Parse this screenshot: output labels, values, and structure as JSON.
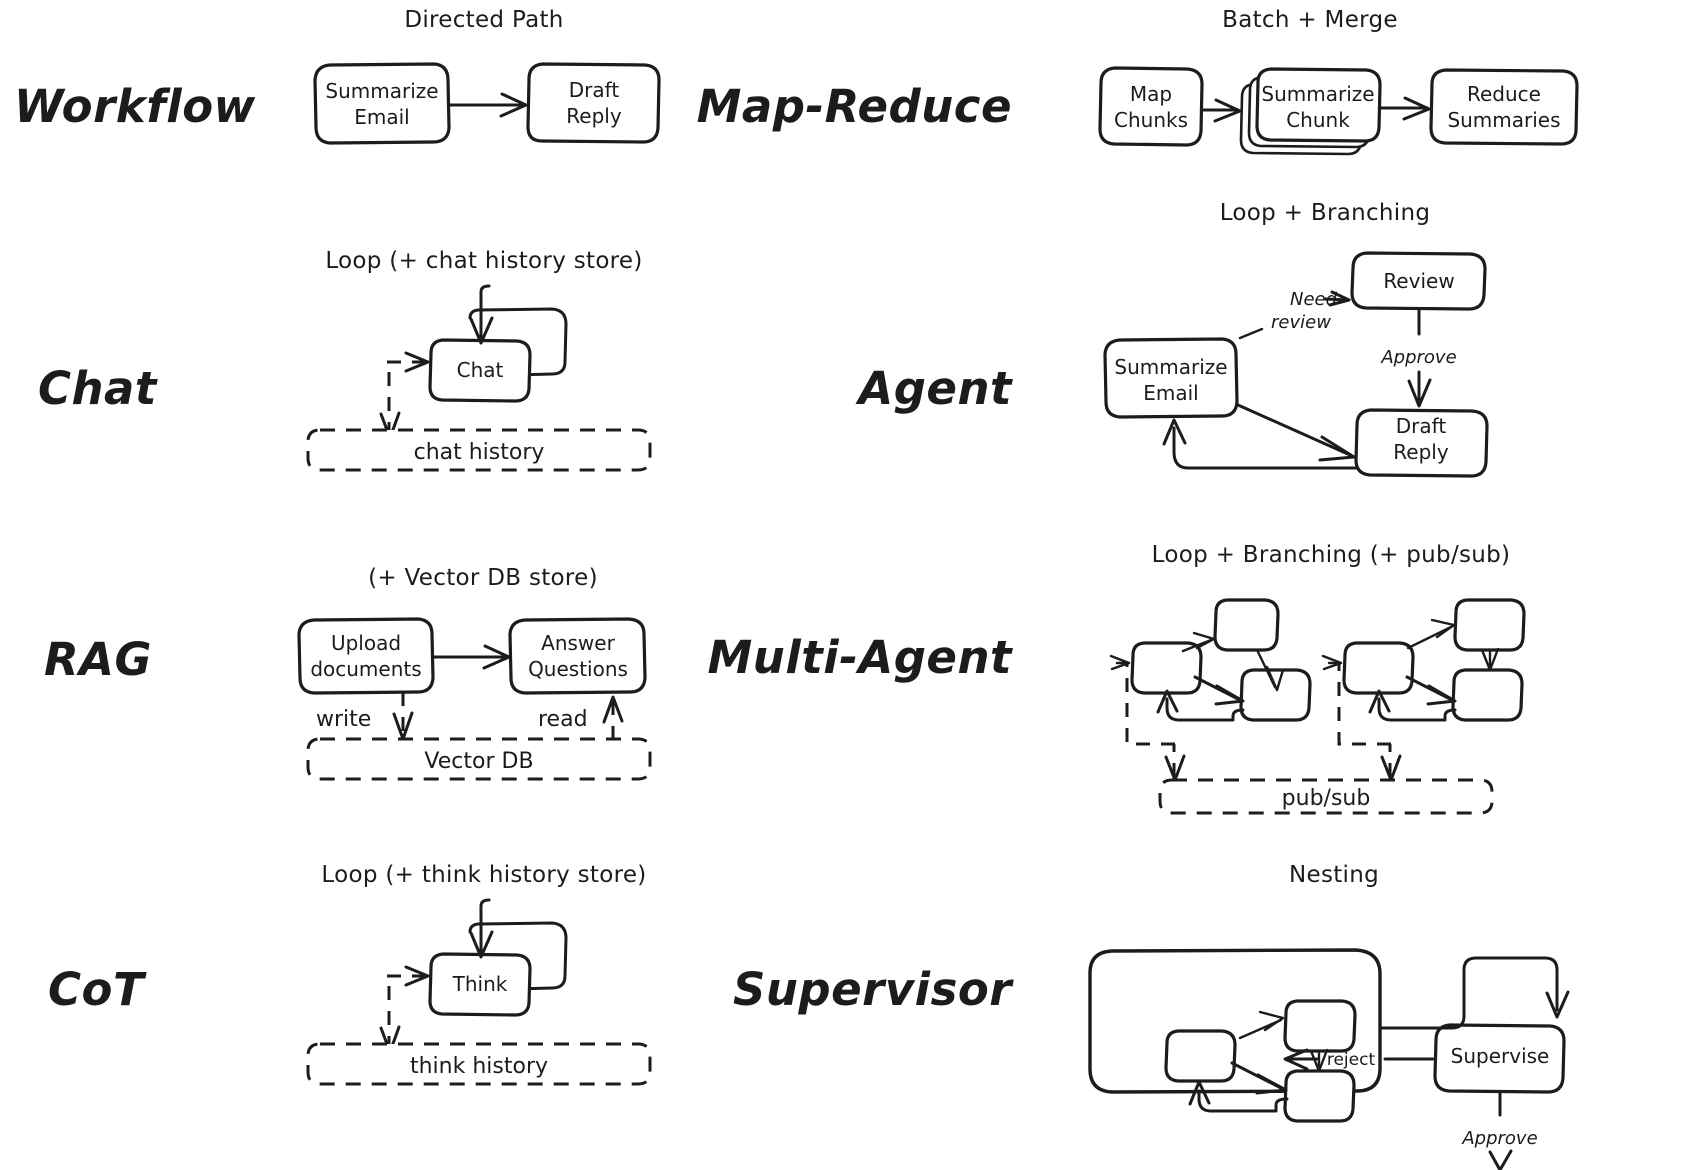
{
  "figure": {
    "background": "#ffffff",
    "ink": "#1c1c1c",
    "style": "hand-drawn sketch"
  },
  "rows": [
    {
      "left": {
        "label": "Workflow",
        "caption": "Directed Path",
        "nodes": [
          "Summarize Email",
          "Draft Reply"
        ],
        "edges": [],
        "stores": []
      },
      "right": {
        "label": "Map-Reduce",
        "caption": "Batch + Merge",
        "nodes": [
          "Map Chunks",
          "Summarize Chunk",
          "Reduce Summaries"
        ],
        "edges": [],
        "stores": []
      }
    },
    {
      "left": {
        "label": "Chat",
        "caption": "Loop (+ chat history store)",
        "nodes": [
          "Chat"
        ],
        "edges": [],
        "stores": [
          "chat history"
        ]
      },
      "right": {
        "label": "Agent",
        "caption": "Loop + Branching",
        "nodes": [
          "Summarize Email",
          "Review",
          "Draft Reply"
        ],
        "edges": [
          "Need review",
          "Approve"
        ],
        "stores": []
      }
    },
    {
      "left": {
        "label": "RAG",
        "caption": "(+ Vector DB store)",
        "nodes": [
          "Upload documents",
          "Answer Questions"
        ],
        "edges": [
          "write",
          "read"
        ],
        "stores": [
          "Vector DB"
        ]
      },
      "right": {
        "label": "Multi-Agent",
        "caption": "Loop + Branching (+ pub/sub)",
        "nodes": [],
        "edges": [],
        "stores": [
          "pub/sub"
        ]
      }
    },
    {
      "left": {
        "label": "CoT",
        "caption": "Loop (+ think history store)",
        "nodes": [
          "Think"
        ],
        "edges": [],
        "stores": [
          "think history"
        ]
      },
      "right": {
        "label": "Supervisor",
        "caption": "Nesting",
        "nodes": [
          "Supervise"
        ],
        "edges": [
          "reject",
          "Approve"
        ],
        "stores": []
      }
    }
  ],
  "text": {
    "workflow_label": "Workflow",
    "workflow_caption": "Directed Path",
    "workflow_node_1_line_1": "Summarize",
    "workflow_node_1_line_2": "Email",
    "workflow_node_2_line_1": "Draft",
    "workflow_node_2_line_2": "Reply",
    "mapreduce_label": "Map-Reduce",
    "mapreduce_caption": "Batch + Merge",
    "mapreduce_node_1_line_1": "Map",
    "mapreduce_node_1_line_2": "Chunks",
    "mapreduce_node_2_line_1": "Summarize",
    "mapreduce_node_2_line_2": "Chunk",
    "mapreduce_node_3_line_1": "Reduce",
    "mapreduce_node_3_line_2": "Summaries",
    "chat_label": "Chat",
    "chat_caption": "Loop (+ chat history store)",
    "chat_node": "Chat",
    "chat_store": "chat history",
    "agent_label": "Agent",
    "agent_caption": "Loop + Branching",
    "agent_node_1_line_1": "Summarize",
    "agent_node_1_line_2": "Email",
    "agent_node_2": "Review",
    "agent_node_3_line_1": "Draft",
    "agent_node_3_line_2": "Reply",
    "agent_edge_1_line_1": "Need",
    "agent_edge_1_line_2": "review",
    "agent_edge_2": "Approve",
    "rag_label": "RAG",
    "rag_caption": "(+ Vector DB store)",
    "rag_node_1_line_1": "Upload",
    "rag_node_1_line_2": "documents",
    "rag_node_2_line_1": "Answer",
    "rag_node_2_line_2": "Questions",
    "rag_edge_write": "write",
    "rag_edge_read": "read",
    "rag_store": "Vector DB",
    "multiagent_label": "Multi-Agent",
    "multiagent_caption": "Loop + Branching (+ pub/sub)",
    "multiagent_store": "pub/sub",
    "cot_label": "CoT",
    "cot_caption": "Loop (+ think history store)",
    "cot_node": "Think",
    "cot_store": "think history",
    "supervisor_label": "Supervisor",
    "supervisor_caption": "Nesting",
    "supervisor_node": "Supervise",
    "supervisor_edge_reject": "reject",
    "supervisor_edge_approve": "Approve"
  }
}
